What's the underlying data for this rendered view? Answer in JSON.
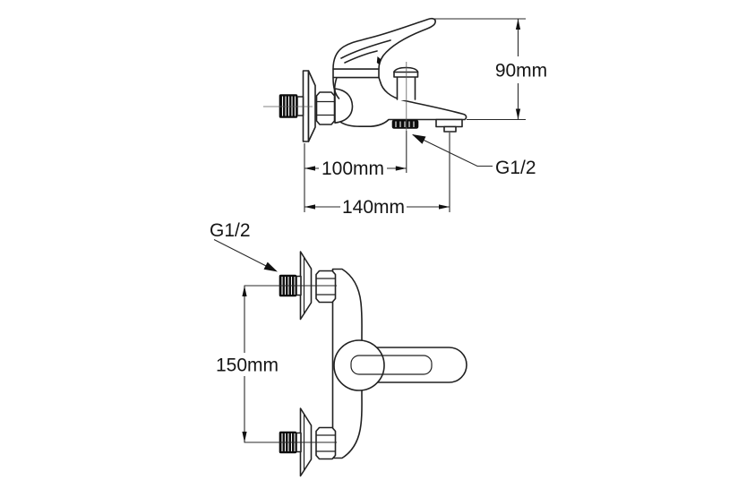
{
  "colors": {
    "background": "#ffffff",
    "line": "#212121"
  },
  "side_view": {
    "dimensions": {
      "height": "90mm",
      "wall_to_diverter": "100mm",
      "wall_to_spout_end": "140mm"
    },
    "thread_label": "G1/2"
  },
  "front_view": {
    "dimensions": {
      "connection_centers": "150mm"
    },
    "thread_label": "G1/2"
  }
}
